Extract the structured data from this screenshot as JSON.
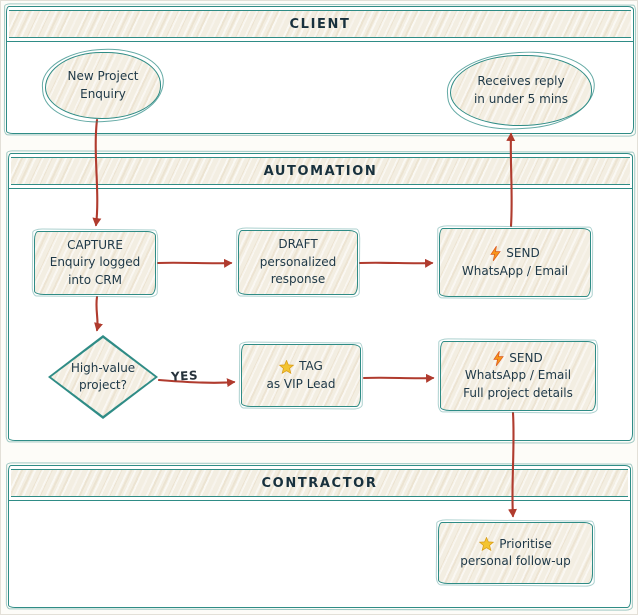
{
  "diagram": {
    "lanes": [
      {
        "id": "client",
        "title": "CLIENT"
      },
      {
        "id": "automation",
        "title": "AUTOMATION"
      },
      {
        "id": "contractor",
        "title": "CONTRACTOR"
      }
    ],
    "nodes": {
      "new_enquiry": {
        "type": "ellipse",
        "lines": [
          "New Project",
          "Enquiry"
        ]
      },
      "receives_reply": {
        "type": "ellipse",
        "lines": [
          "Receives reply",
          "in under 5 mins"
        ]
      },
      "capture": {
        "type": "box",
        "lines": [
          "CAPTURE",
          "Enquiry logged",
          "into CRM"
        ]
      },
      "draft": {
        "type": "box",
        "lines": [
          "DRAFT",
          "personalized",
          "response"
        ]
      },
      "send_reply": {
        "type": "box",
        "icon": "lightning-icon",
        "lines": [
          "SEND",
          "WhatsApp / Email"
        ]
      },
      "high_value": {
        "type": "diamond",
        "lines": [
          "High-value",
          "project?"
        ]
      },
      "tag_vip": {
        "type": "box",
        "icon": "star-icon",
        "lines": [
          "TAG",
          "as VIP Lead"
        ]
      },
      "send_details": {
        "type": "box",
        "icon": "lightning-icon",
        "lines": [
          "SEND",
          "WhatsApp / Email",
          "Full project details"
        ]
      },
      "prioritise": {
        "type": "box",
        "icon": "star-icon",
        "lines": [
          "Prioritise",
          "personal follow-up"
        ]
      }
    },
    "edge_labels": {
      "yes": "YES"
    },
    "colors": {
      "lane_border_teal": "#2f8c86",
      "arrow_red": "#b03b2e",
      "text_ink": "#1e3847",
      "panel_cream": "#f3eee2",
      "icon_star_gold": "#f3c431",
      "icon_bolt_orange": "#f6941c"
    }
  }
}
